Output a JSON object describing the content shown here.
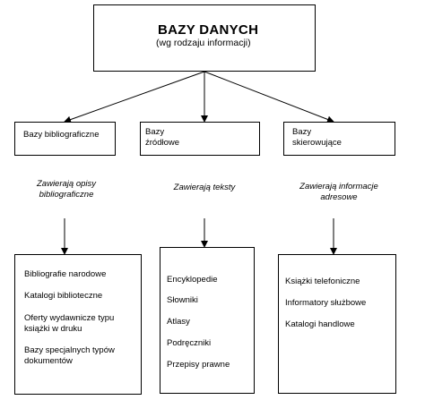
{
  "root": {
    "title": "BAZY DANYCH",
    "subtitle": "(wg rodzaju informacji)"
  },
  "categories": [
    {
      "name_lines": [
        "Bazy bibliograficzne"
      ],
      "description_lines": [
        "Zawierają opisy",
        "bibliograficzne"
      ],
      "items": [
        [
          "Bibliografie narodowe"
        ],
        [
          "Katalogi biblioteczne"
        ],
        [
          "Oferty wydawnicze typu",
          "książki w druku"
        ],
        [
          "Bazy specjalnych typów",
          "dokumentów"
        ]
      ]
    },
    {
      "name_lines": [
        "Bazy",
        "źródłowe"
      ],
      "description_lines": [
        "Zawierają teksty"
      ],
      "items": [
        [
          "Encyklopedie"
        ],
        [
          "Słowniki"
        ],
        [
          "Atlasy"
        ],
        [
          "Podręczniki"
        ],
        [
          "Przepisy prawne"
        ]
      ]
    },
    {
      "name_lines": [
        "Bazy",
        "skierowujące"
      ],
      "description_lines": [
        "Zawierają informacje",
        "adresowe"
      ],
      "items": [
        [
          "Książki telefoniczne"
        ],
        [
          "Informatory służbowe"
        ],
        [
          "Katalogi handlowe"
        ]
      ]
    }
  ]
}
